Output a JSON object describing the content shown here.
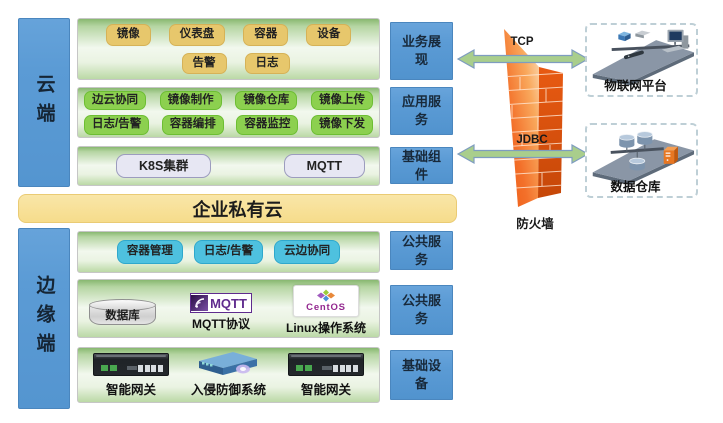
{
  "sidebars": {
    "cloud": "云端",
    "edge": "边缘端"
  },
  "cloud_layers": {
    "presentation": {
      "category": "业务展现",
      "row1": [
        "镜像",
        "仪表盘",
        "容器",
        "设备"
      ],
      "row2": [
        "告警",
        "日志"
      ]
    },
    "application": {
      "category": "应用服务",
      "row1": [
        "边云协同",
        "镜像制作",
        "镜像仓库",
        "镜像上传"
      ],
      "row2": [
        "日志/告警",
        "容器编排",
        "容器监控",
        "镜像下发"
      ]
    },
    "foundation": {
      "category": "基础组件",
      "chips": [
        "K8S集群",
        "MQTT"
      ]
    }
  },
  "private_cloud": "企业私有云",
  "edge_layers": {
    "services": {
      "category": "公共服务",
      "chips": [
        "容器管理",
        "日志/告警",
        "云边协同"
      ]
    },
    "platform": {
      "category": "公共服务",
      "database": "数据库",
      "mqtt_logo": "MQTT",
      "mqtt_caption": "MQTT协议",
      "centos_logo": "CentOS",
      "centos_caption": "Linux操作系统"
    },
    "devices": {
      "category": "基础设备",
      "items": [
        "智能网关",
        "入侵防御系统",
        "智能网关"
      ]
    }
  },
  "firewall": {
    "label": "防火墙",
    "top_protocol": "TCP",
    "bottom_protocol": "JDBC"
  },
  "external_systems": {
    "iot": "物联网平台",
    "warehouse": "数据仓库"
  },
  "icons": {
    "firewall": "brick-wall-icon",
    "arrows": "double-headed-arrow-icon",
    "iot_platform": "network-devices-platform-icon",
    "warehouse": "database-server-platform-icon",
    "database": "cylinder-icon",
    "mqtt": "mqtt-swirl-logo-icon",
    "centos": "centos-pinwheel-logo-icon",
    "gateway": "rackmount-gateway-icon",
    "ips": "network-appliance-icon"
  },
  "colors": {
    "panel_blue": "#5B9BD5",
    "chip_yellow": "#E7C76C",
    "chip_green": "#8CD04F",
    "chip_cyan": "#4EC1DF",
    "chip_lavender": "#E7E7F3",
    "bar_yellow": "#F6DC8B",
    "box_green_top": "#88B870",
    "firewall_orange": "#F26A21",
    "arrow_green": "#A9CE8C"
  }
}
